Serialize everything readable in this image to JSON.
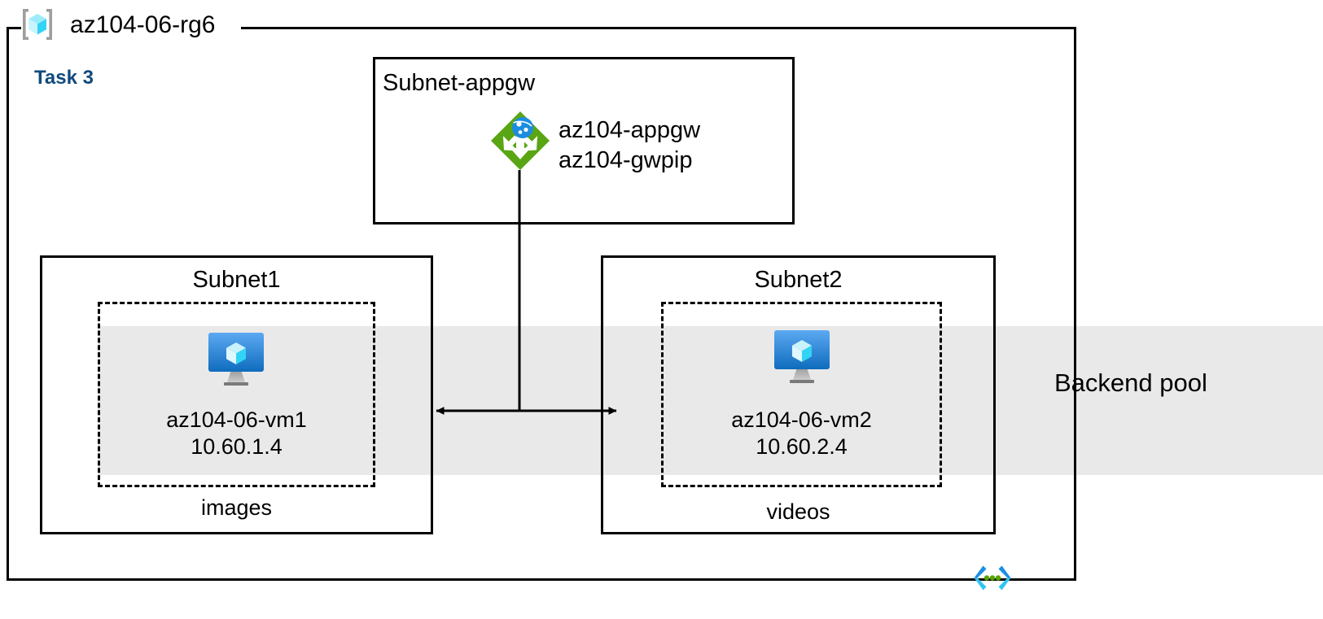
{
  "diagram": {
    "title": "az104-06-rg6",
    "task_label": "Task 3",
    "resource_group_icon": "azure-resource-group-icon",
    "template_icon": "arm-template-code-icon"
  },
  "colors": {
    "task_text": "#114a7b",
    "backend_band": "#e9e9e9",
    "border": "#000000",
    "appgw_green": "#59a514",
    "appgw_globe_blue": "#1c8de0",
    "vm_blue_top": "#54a3f0",
    "vm_blue_bottom": "#0f6cbd",
    "vm_cube_cyan": "#32d4f5",
    "rg_icon_cyan": "#32d4f5",
    "rg_icon_bracket": "#9e9e9e",
    "code_icon_blue": "#1a8fe3",
    "code_icon_cyan": "#32c5f4",
    "code_icon_green": "#57a300"
  },
  "backend_pool": {
    "label": "Backend pool"
  },
  "subnets": [
    {
      "id": "subnet-appgw",
      "title": "Subnet-appgw",
      "resources": [
        {
          "icon": "application-gateway-icon",
          "lines": [
            "az104-appgw",
            "az104-gwpip"
          ]
        }
      ]
    },
    {
      "id": "subnet1",
      "title": "Subnet1",
      "footer": "images",
      "vm": {
        "icon": "virtual-machine-icon",
        "name": "az104-06-vm1",
        "ip": "10.60.1.4"
      }
    },
    {
      "id": "subnet2",
      "title": "Subnet2",
      "footer": "videos",
      "vm": {
        "icon": "virtual-machine-icon",
        "name": "az104-06-vm2",
        "ip": "10.60.2.4"
      }
    }
  ]
}
